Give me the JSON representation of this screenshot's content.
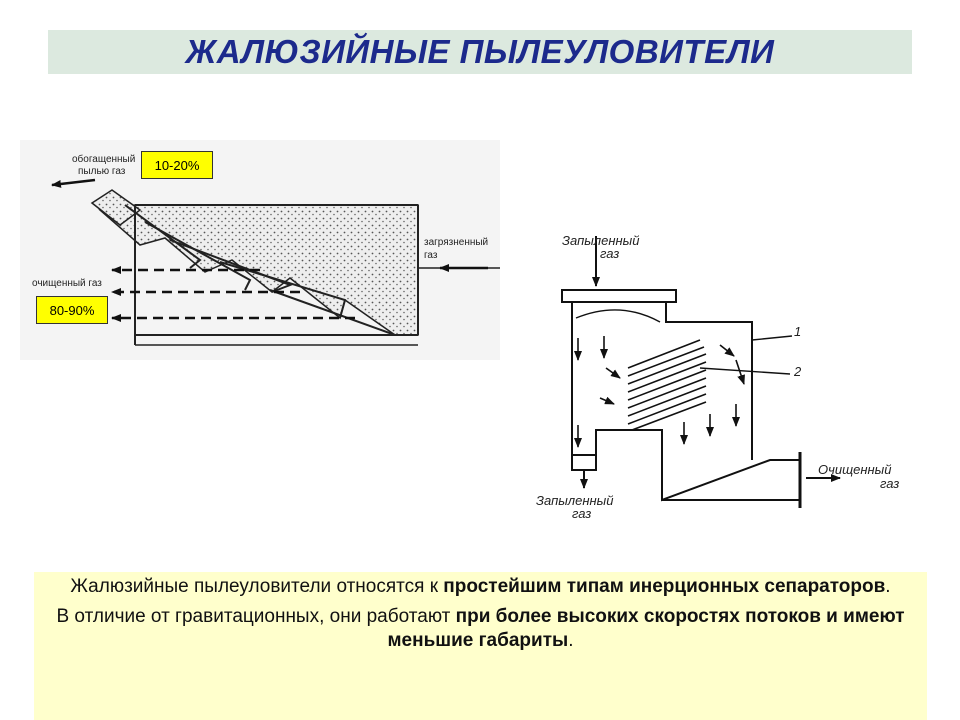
{
  "title": "ЖАЛЮЗИЙНЫЕ ПЫЛЕУЛОВИТЕЛИ",
  "left_diagram": {
    "label_enriched_line1": "обогащенный",
    "label_enriched_line2": "пылью газ",
    "label_dirty_line1": "загрязненный",
    "label_dirty_line2": "газ",
    "label_clean": "очищенный газ",
    "badge_top": "10-20%",
    "badge_bottom": "80-90%"
  },
  "right_diagram": {
    "inlet_line1": "Запыленный",
    "inlet_line2": "газ",
    "outlet_dust_line1": "Запыленный",
    "outlet_dust_line2": "газ",
    "outlet_clean_line1": "Очищенный",
    "outlet_clean_line2": "газ",
    "callout_1": "1",
    "callout_2": "2"
  },
  "info": {
    "p1_normal": "Жалюзийные пылеуловители относятся к ",
    "p1_bold": "простейшим типам инерционных сепараторов",
    "p1_end": ".",
    "p2_normal": "В отличие от гравитационных, они работают ",
    "p2_bold": "при более высоких скоростях потоков и имеют меньшие габариты",
    "p2_end": "."
  }
}
